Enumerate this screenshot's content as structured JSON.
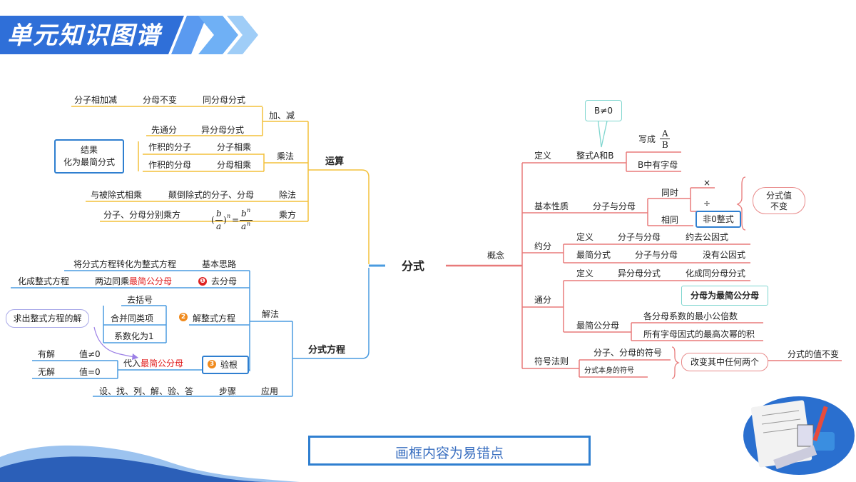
{
  "header": {
    "title": "单元知识图谱"
  },
  "center": "分式",
  "left": {
    "ops": {
      "label": "运算",
      "add": {
        "label": "加、减",
        "same": [
          "分子相加减",
          "分母不变",
          "同分母分式"
        ],
        "diff": [
          "先通分",
          "异分母分式"
        ]
      },
      "result_box": [
        "结果",
        "化为最简分式"
      ],
      "mul": {
        "label": "乘法",
        "r1": [
          "作积的分子",
          "分子相乘"
        ],
        "r2": [
          "作积的分母",
          "分母相乘"
        ]
      },
      "div": {
        "label": "除法",
        "items": [
          "与被除式相乘",
          "颠倒除式的分子、分母"
        ]
      },
      "pow": {
        "label": "乘方",
        "text": "分子、分母分别乘方",
        "formula": {
          "open": "(",
          "b": "b",
          "a": "a",
          "close": ")",
          "n": "n",
          "eq": "="
        }
      }
    },
    "eq": {
      "label": "分式方程",
      "method": "解法",
      "idea": {
        "label": "基本思路",
        "text": "将分式方程转化为整式方程"
      },
      "step1": {
        "num": "❶",
        "label": "去分母",
        "left": "化成整式方程",
        "mid_prefix": "两边同乘",
        "mid_red": "最简公分母"
      },
      "step2": {
        "num": "2",
        "label": "解整式方程",
        "items": [
          "去括号",
          "合并同类项",
          "系数化为1"
        ]
      },
      "bubble": "求出整式方程的解",
      "step3": {
        "num": "3",
        "label": "验根",
        "prefix": "代入",
        "red": "最简公分母",
        "has": [
          "有解",
          "值≠0"
        ],
        "none": [
          "无解",
          "值=0"
        ]
      },
      "app": {
        "label": "应用",
        "step": "步骤",
        "text": "设、找、列、解、验、答"
      }
    }
  },
  "right": {
    "concept": "概念",
    "def": {
      "label": "定义",
      "item": "整式A和B",
      "callout": "B≠0",
      "write": "写成",
      "frac_top": "A",
      "frac_bottom": "B",
      "cond": "B中有字母"
    },
    "prop": {
      "label": "基本性质",
      "item": "分子与分母",
      "same_time": "同时",
      "same": "相同",
      "ops": [
        "×",
        "÷"
      ],
      "nonzero": "非0整式",
      "result": [
        "分式值",
        "不变"
      ]
    },
    "reduce": {
      "label": "约分",
      "r1": [
        "定义",
        "分子与分母",
        "约去公因式"
      ],
      "r2": [
        "最简分式",
        "分子与分母",
        "没有公因式"
      ]
    },
    "common": {
      "label": "通分",
      "r1": [
        "定义",
        "异分母分式",
        "化成同分母分式"
      ],
      "box": "分母为最简公分母",
      "lcd": "最简公分母",
      "lcd_items": [
        "各分母系数的最小公倍数",
        "所有字母因式的最高次幂的积"
      ]
    },
    "sign": {
      "label": "符号法则",
      "items": [
        "分子、分母的符号",
        "分式本身的符号"
      ],
      "change": "改变其中任何两个",
      "result": "分式的值不变"
    }
  },
  "note": "画框内容为易错点",
  "colors": {
    "yellow": "#f3c13a",
    "blue": "#4a9be0",
    "red": "#e87a7a",
    "box": "#2f7fd0",
    "teal": "#7fd6cf",
    "pink": "#e88a8a"
  }
}
